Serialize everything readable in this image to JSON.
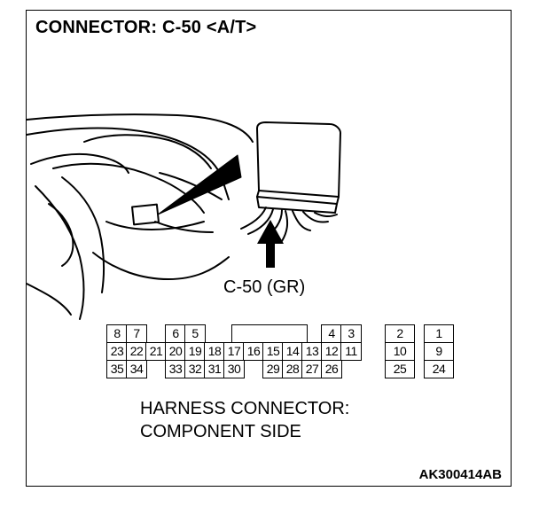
{
  "title": "CONNECTOR: C-50 <A/T>",
  "connector_label": "C-50 (GR)",
  "harness_caption": {
    "line1": "HARNESS CONNECTOR:",
    "line2": "COMPONENT SIDE"
  },
  "figure_code": "AK300414AB",
  "pins": {
    "row1": [
      "8",
      "7",
      "6",
      "5",
      "4",
      "3",
      "2",
      "1"
    ],
    "row2": [
      "23",
      "22",
      "21",
      "20",
      "19",
      "18",
      "17",
      "16",
      "15",
      "14",
      "13",
      "12",
      "11",
      "10",
      "9"
    ],
    "row3": [
      "35",
      "34",
      "33",
      "32",
      "31",
      "30",
      "29",
      "28",
      "27",
      "26",
      "25",
      "24"
    ]
  }
}
